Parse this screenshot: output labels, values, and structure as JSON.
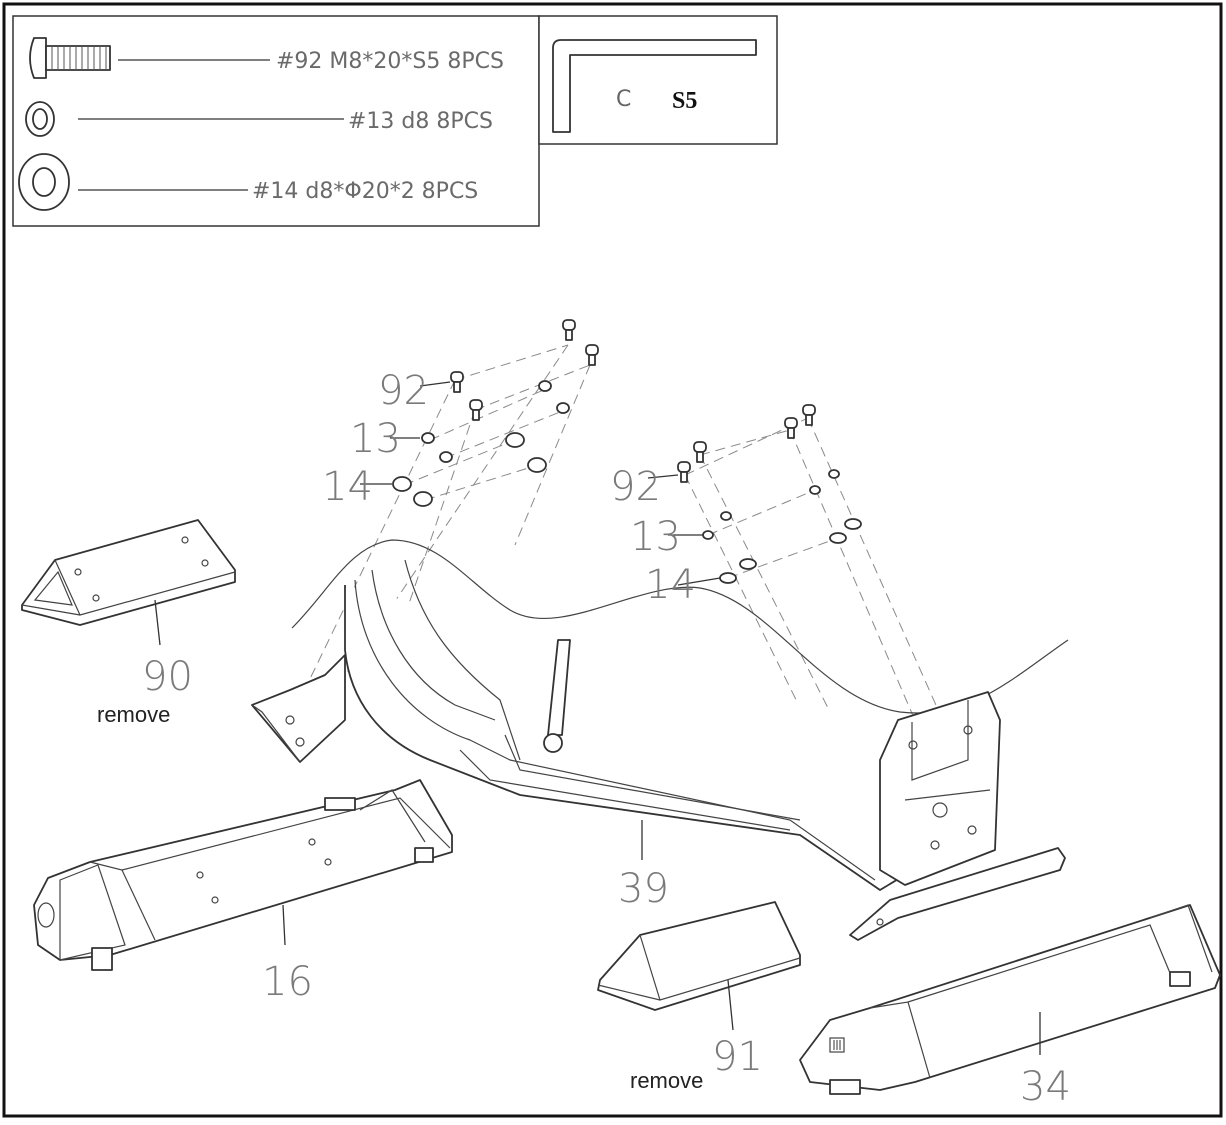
{
  "hardware_list": [
    {
      "text": "#92 M8*20*S5 8PCS",
      "icon": "bolt-icon"
    },
    {
      "text": "#13 d8 8PCS",
      "icon": "spring-washer-icon"
    },
    {
      "text": "#14 d8*Φ20*2 8PCS",
      "icon": "flat-washer-icon"
    }
  ],
  "tool": {
    "letter": "C",
    "size": "S5",
    "icon": "allen-key-icon"
  },
  "labels": {
    "bolt_left": "92",
    "spring_left": "13",
    "washer_left": "14",
    "bolt_right": "92",
    "spring_right": "13",
    "washer_right": "14",
    "part_90": "90",
    "part_91": "91",
    "part_16": "16",
    "part_34": "34",
    "part_39": "39",
    "remove_90": "remove",
    "remove_91": "remove"
  }
}
